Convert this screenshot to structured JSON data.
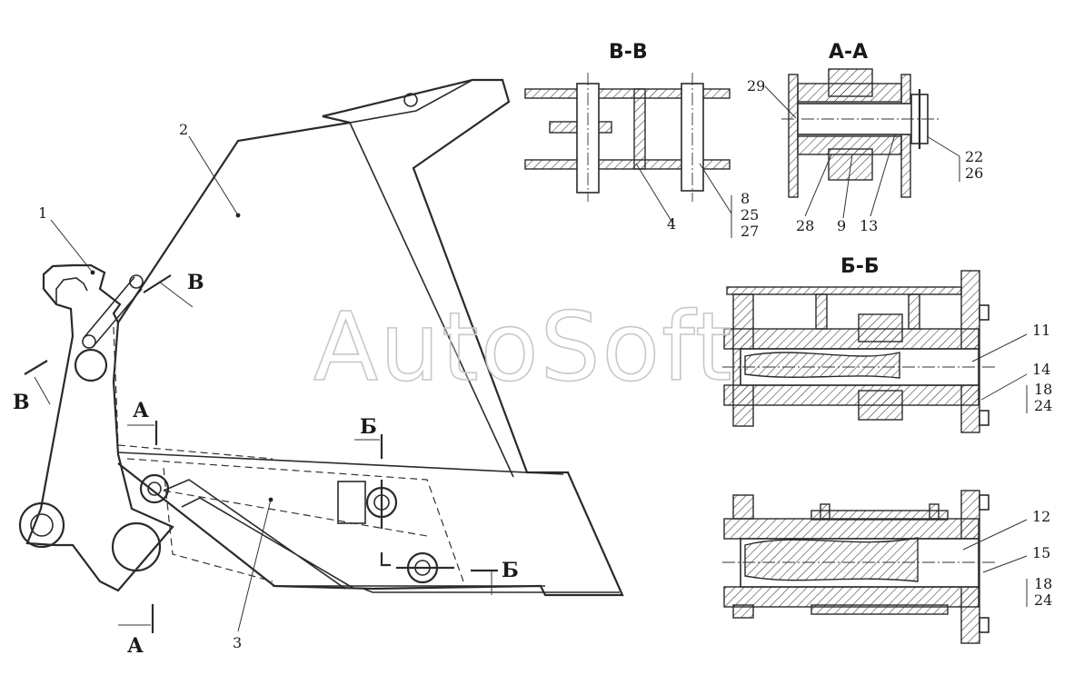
{
  "watermark": "AutoSoft",
  "section_titles": {
    "vv": "В-В",
    "aa": "А-А",
    "bb": "Б-Б"
  },
  "cut_marks": {
    "v_top": "В",
    "v_left": "В",
    "a_top": "А",
    "a_bottom": "А",
    "b_top": "Б",
    "b_bottom": "Б"
  },
  "main_callouts": [
    "1",
    "2",
    "3"
  ],
  "vv_callouts": [
    "4",
    "8",
    "25",
    "27"
  ],
  "aa_callouts": [
    "29",
    "22",
    "26",
    "28",
    "9",
    "13"
  ],
  "bb_top_callouts": [
    "11",
    "14",
    "18",
    "24"
  ],
  "bb_bottom_callouts": [
    "12",
    "15",
    "18",
    "24"
  ]
}
